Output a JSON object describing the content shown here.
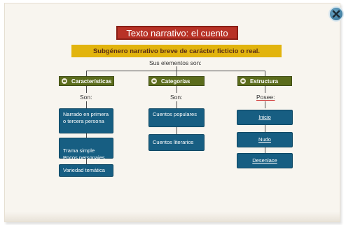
{
  "title": "Texto narrativo: el cuento",
  "subtitle": "Subgénero narrativo breve de carácter ficticio o real.",
  "connector": "Sus elementos son:",
  "close_label": "X",
  "columns": [
    {
      "label": "Características",
      "sub": "Son:",
      "items": [
        "Narrado en primera o tercera persona",
        "Trama simple\nPocos personajes",
        "Variedad temática"
      ]
    },
    {
      "label": "Categorías",
      "sub": "Son:",
      "items": [
        "Cuentos populares",
        "Cuentos literarios"
      ]
    },
    {
      "label": "Estructura",
      "sub": "Posee:",
      "items": [
        "Inicio",
        "Nudo",
        "Desenlace"
      ]
    }
  ],
  "colors": {
    "title_bg": "#b83226",
    "subtitle_bg": "#e2b40e",
    "category_bg": "#5b6c1c",
    "box_bg": "#175e82"
  }
}
